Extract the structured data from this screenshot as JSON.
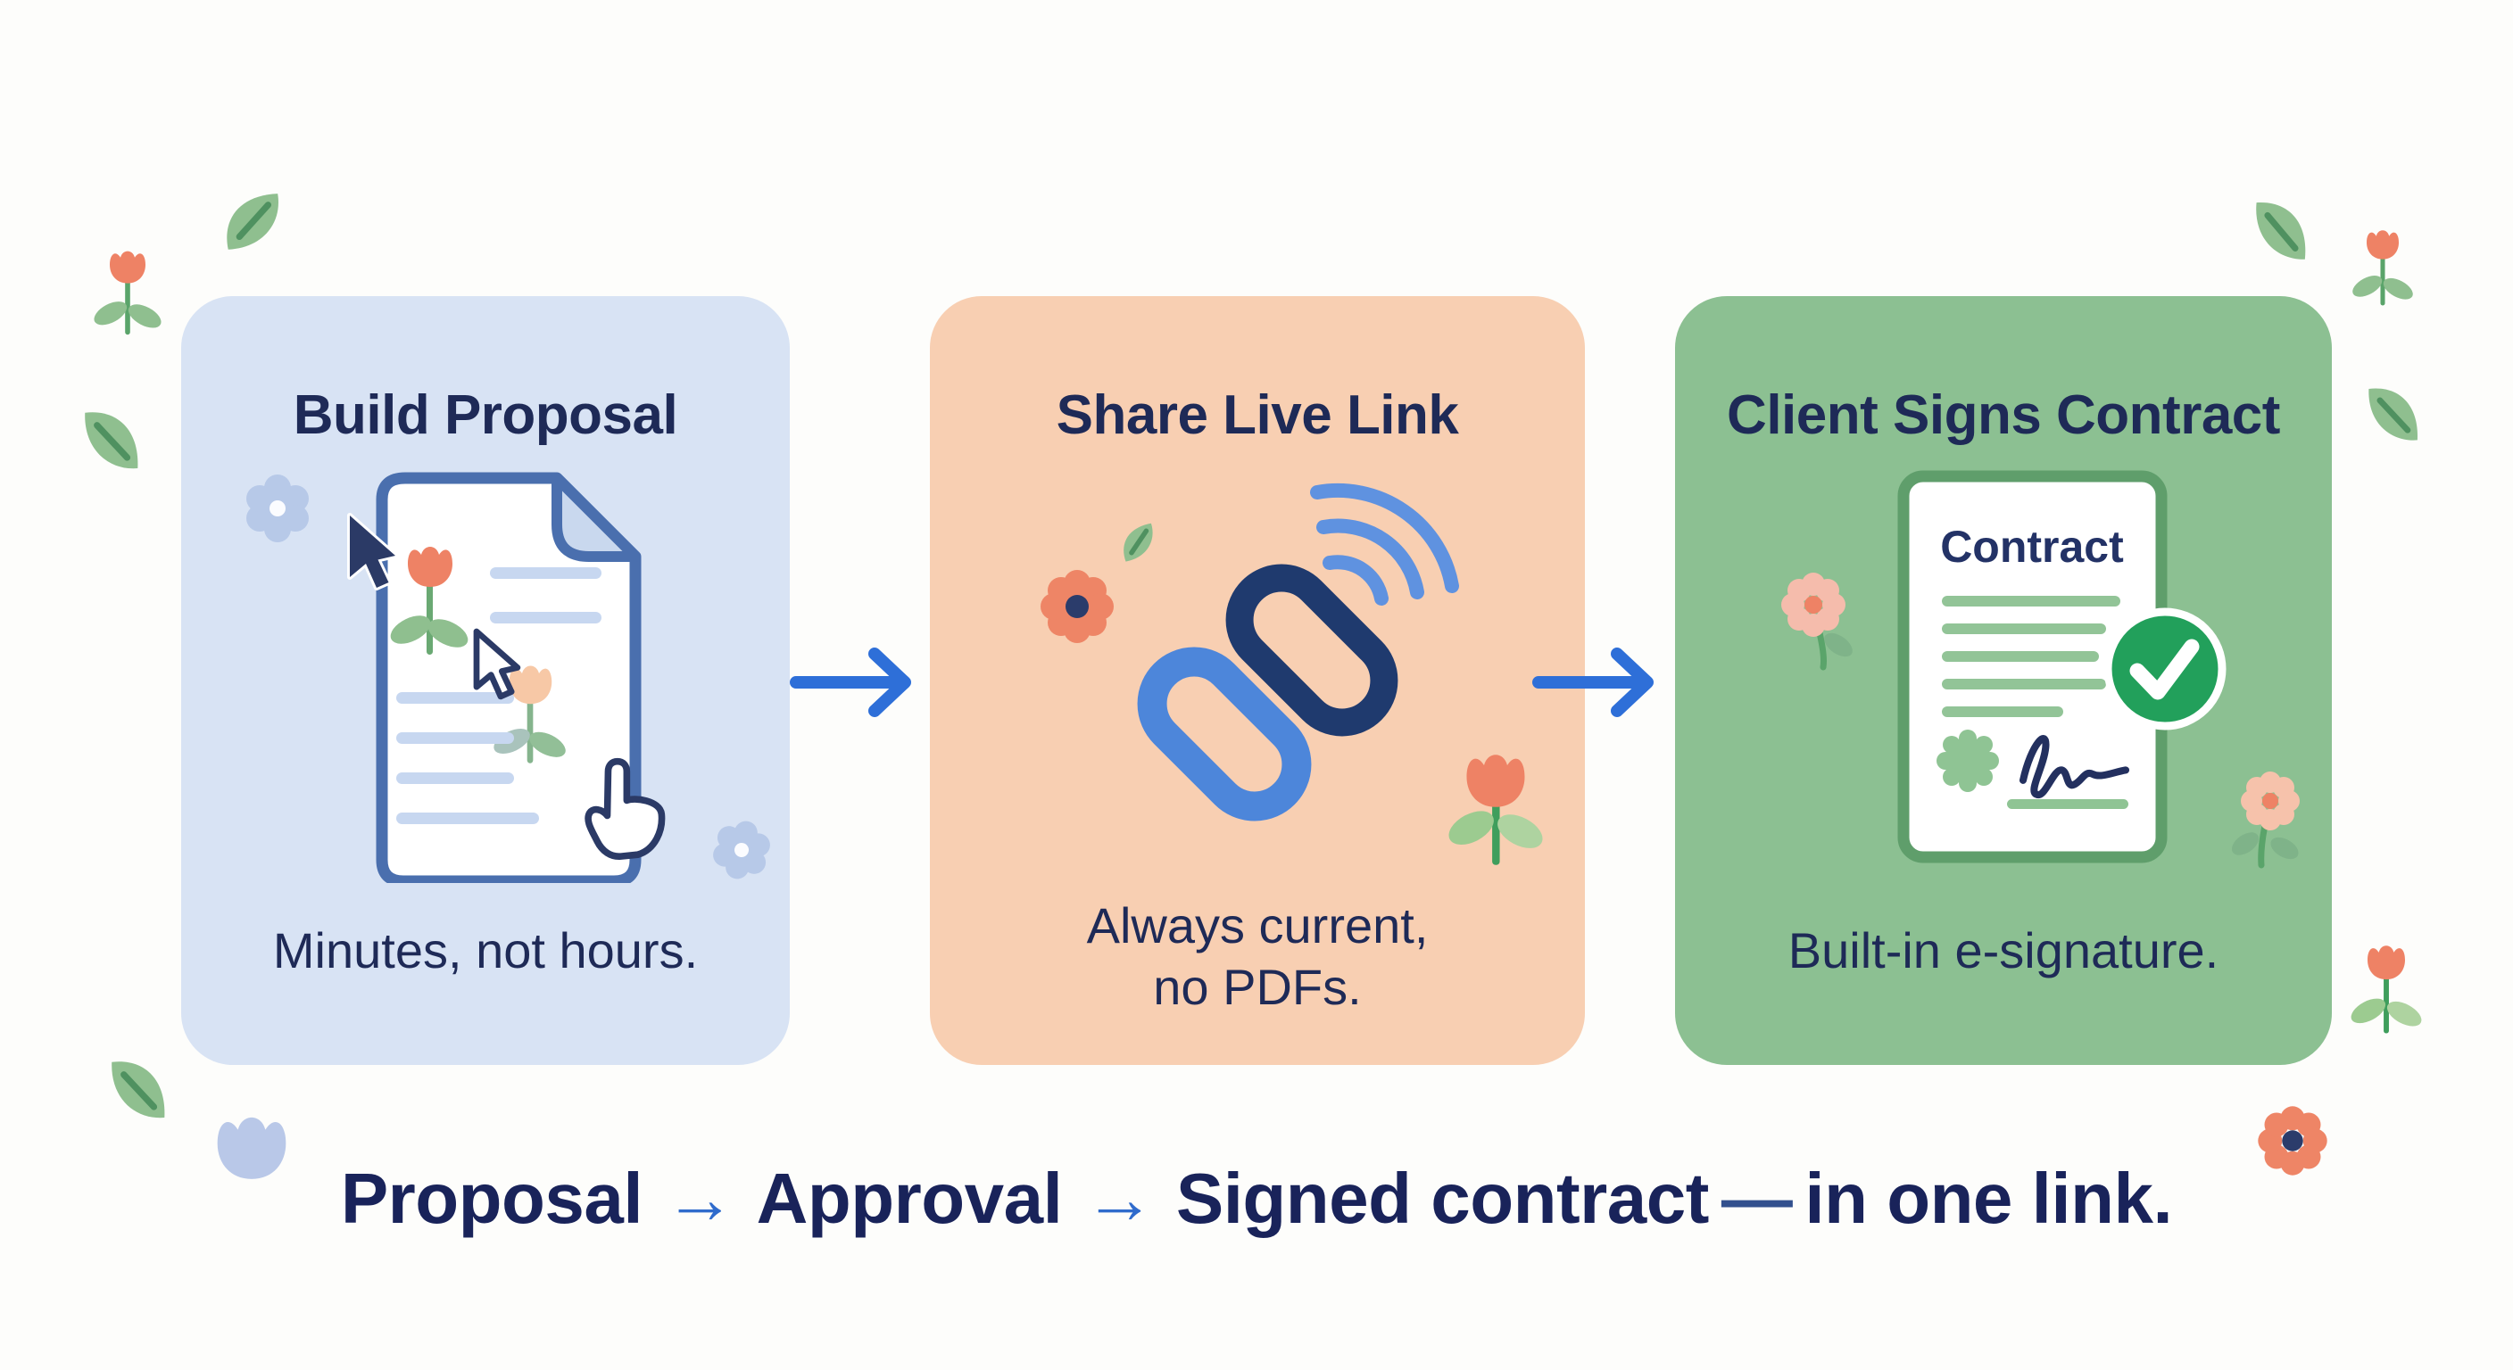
{
  "page": {
    "background_color": "#fdfdfb",
    "type": "three-step process infographic"
  },
  "steps": [
    {
      "title": "Build Proposal",
      "subtitle": "Minutes, not hours.",
      "card_color": "#d8e3f4",
      "icon": "proposal-document-icon"
    },
    {
      "title": "Share Live Link",
      "subtitle": "Always current,\nno PDFs.",
      "card_color": "#f8cfb2",
      "icon": "live-link-icon"
    },
    {
      "title": "Client Signs Contract",
      "subtitle": "Built-in e-signature.",
      "card_color": "#8cc092",
      "icon": "signed-contract-icon",
      "contract_label": "Contract"
    }
  ],
  "footer": {
    "parts": [
      "Proposal",
      "→",
      "Approval",
      "→",
      "Signed contract",
      "—",
      "in one link."
    ]
  },
  "colors": {
    "title_navy": "#1e2a57",
    "footer_navy": "#19235a",
    "flow_arrow_blue": "#2e6fd8",
    "link_navy": "#1f3a6e",
    "link_blue": "#4d86da",
    "wifi_blue": "#5f92e0",
    "check_green": "#22a05b",
    "doc_border_blue": "#4a6fae",
    "contract_border_green": "#5f9e6b",
    "tulip_coral": "#ee8265",
    "leaf_green": "#8fbf8f",
    "pale_blue_decor": "#b9c8e8"
  }
}
